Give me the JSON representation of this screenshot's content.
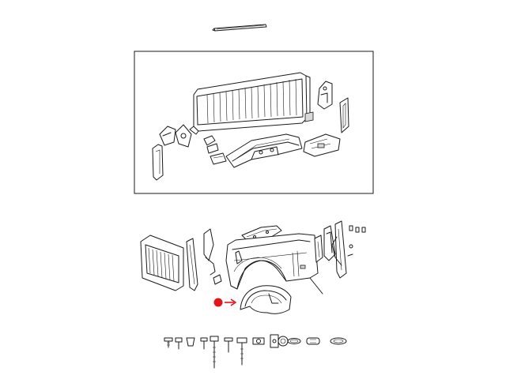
{
  "diagram": {
    "panels": [
      {
        "id": "top-strip",
        "label": ""
      },
      {
        "id": "bed-front-panel-group",
        "label": ""
      },
      {
        "id": "bed-side-panel-group",
        "label": ""
      },
      {
        "id": "fastener-row",
        "label": ""
      }
    ],
    "highlight": {
      "marker_color": "#e8141b",
      "arrow_color": "#e8141b",
      "target": "wheelhouse-inner-liner"
    },
    "line_color": "#1a1a1a"
  }
}
